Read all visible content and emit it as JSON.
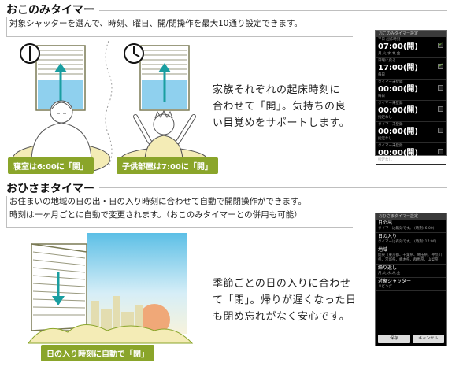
{
  "okonomi": {
    "title": "おこのみタイマー",
    "desc": "対象シャッターを選んで、時刻、曜日、開/閉操作を最大10通り設定できます。",
    "lead": [
      "家族それぞれの起床時刻に",
      "合わせて「開」。気持ちの良",
      "い目覚めをサポートします。"
    ],
    "badge_bedroom": "寝室は6:00に「開」",
    "badge_child": "子供部屋は7:00に「開」"
  },
  "ohisama": {
    "title": "おひさまタイマー",
    "desc": [
      "お住まいの地域の日の出・日の入り時刻に合わせて自動で開閉操作ができます。",
      "時刻は一ヶ月ごとに自動で変更されます。（おこのみタイマーとの併用も可能）"
    ],
    "lead": [
      "季節ごとの日の入りに合わせ",
      "て「閉」。帰りが遅くなった日",
      "も閉め忘れがなく安心です。"
    ],
    "badge": "日の入り時刻に自動で「閉」"
  },
  "phone1": {
    "header": "おこのみタイマー設定",
    "rows": [
      {
        "label": "平日 起床時刻",
        "time": "07:00(開)",
        "sub": "月,火,水,木,金",
        "checked": true
      },
      {
        "label": "日曜に戻る",
        "time": "17:00(開)",
        "sub": "毎日",
        "checked": true
      },
      {
        "label": "タイマー未登録",
        "time": "00:00(開)",
        "sub": "毎日",
        "checked": false
      },
      {
        "label": "タイマー未登録",
        "time": "00:00(開)",
        "sub": "指定なし",
        "checked": false
      },
      {
        "label": "タイマー未登録",
        "time": "00:00(開)",
        "sub": "指定なし",
        "checked": false
      },
      {
        "label": "タイマー未登録",
        "time": "00:00(開)",
        "sub": "指定なし",
        "checked": false
      }
    ]
  },
  "phone2": {
    "header": "おひさまタイマー設定",
    "items": [
      {
        "title": "日の出",
        "sub": "タイマーは無効です。 (時刻: 6:00)"
      },
      {
        "title": "日の入り",
        "sub": "タイマーは有効です。 (時刻: 17:00)"
      },
      {
        "title": "地域",
        "sub": "関東（東京都、千葉県、埼玉県、神奈川県、茨城県、栃木県、群馬県、山梨県）"
      },
      {
        "title": "繰り返し",
        "sub": "月,火,水,木,金"
      },
      {
        "title": "対象シャッター",
        "sub": "リビング"
      }
    ],
    "save": "保存",
    "cancel": "キャンセル"
  },
  "colors": {
    "badge": "#8aa52a",
    "sky": "#8fd0ee",
    "cream": "#f4ecb6"
  }
}
